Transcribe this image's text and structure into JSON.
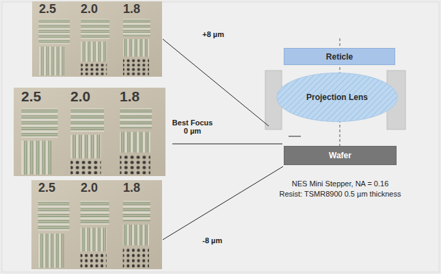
{
  "diagram": {
    "nodes": [
      {
        "text": [
          "2.5",
          "2.0",
          "1.8"
        ]
      },
      {
        "text": [
          "Reticle"
        ]
      },
      {
        "text": [
          "Projection Lens"
        ]
      },
      {
        "text": [
          "2.5",
          "2.0",
          "1.8"
        ]
      },
      {
        "text": [
          "Wafer"
        ]
      },
      {
        "text": [
          "2.5",
          "2.0",
          "1.8"
        ]
      }
    ],
    "labels": [
      "+8 µm",
      "Best Focus 0 µm",
      "NES Mini Stepper, NA = 0.16",
      "Resist: TSMR8900 0.5 µm thickness",
      "-8 µm"
    ]
  }
}
